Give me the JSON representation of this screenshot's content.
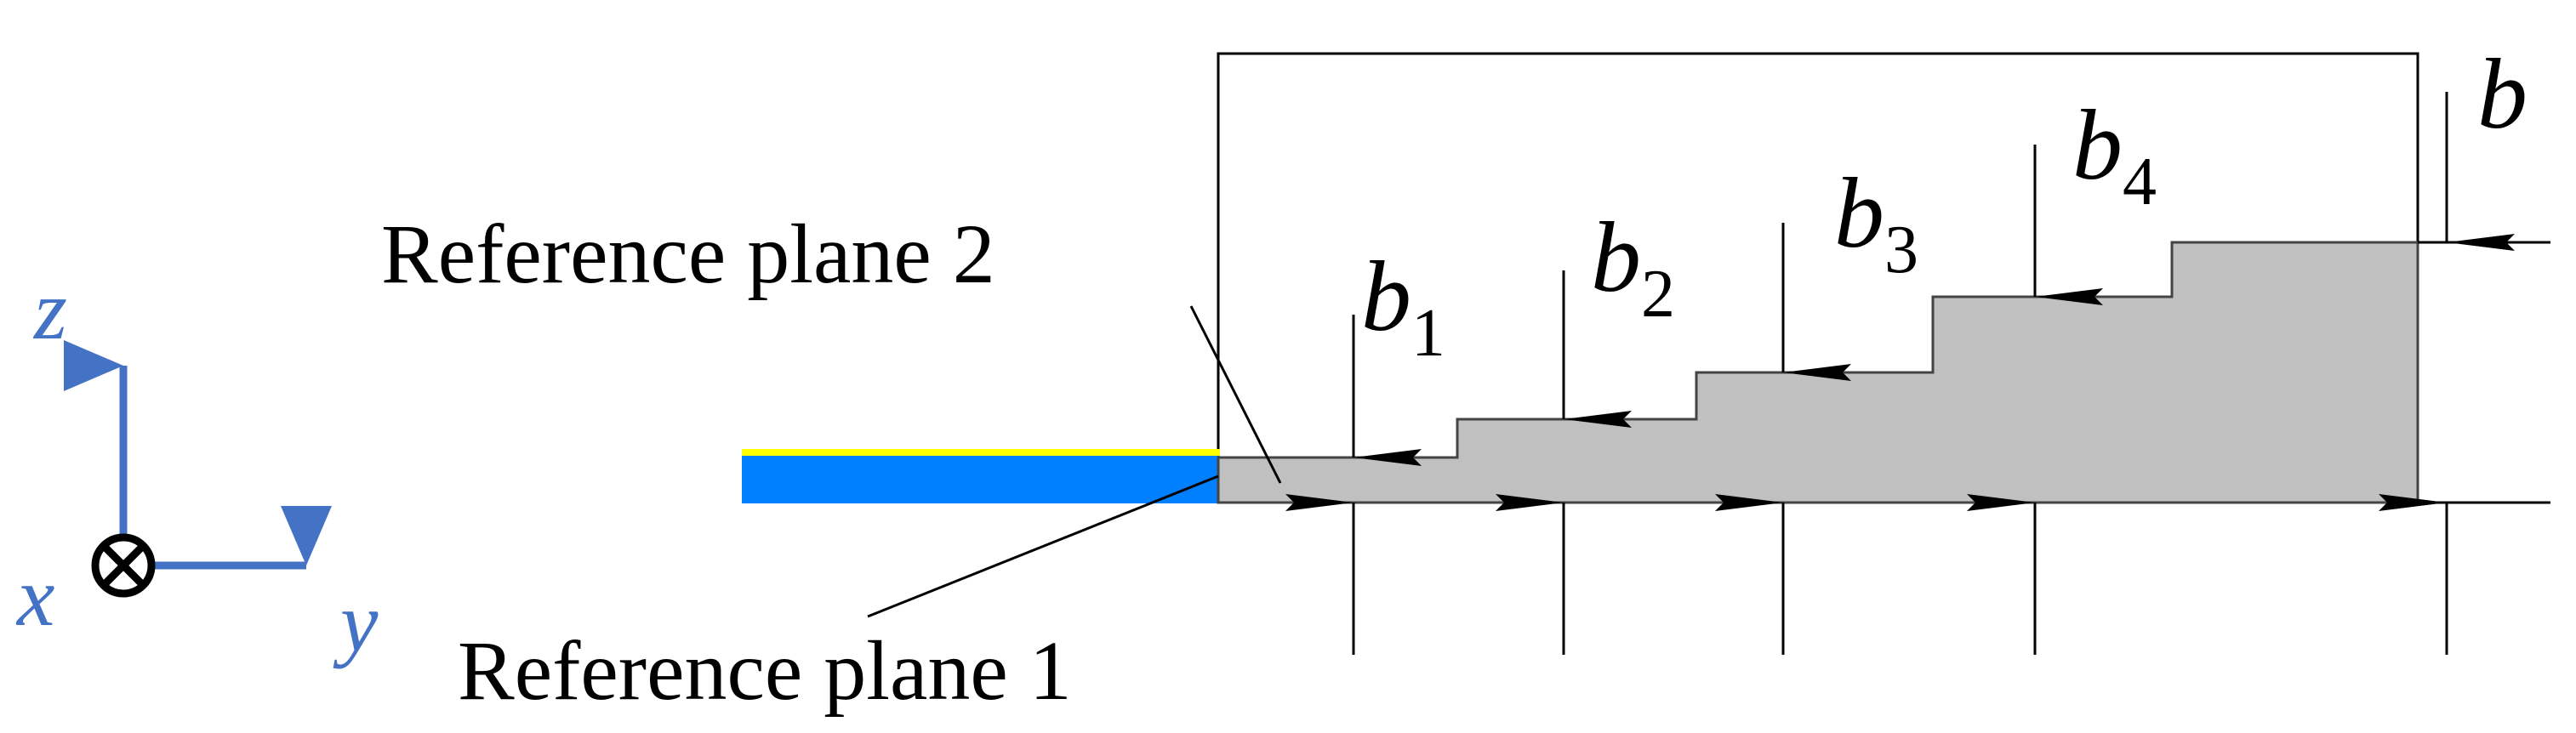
{
  "labels": {
    "ref_plane_2": "Reference plane 2",
    "ref_plane_1": "Reference plane 1"
  },
  "dimensions": {
    "b": "b",
    "b1": {
      "main": "b",
      "sub": "1"
    },
    "b2": {
      "main": "b",
      "sub": "2"
    },
    "b3": {
      "main": "b",
      "sub": "3"
    },
    "b4": {
      "main": "b",
      "sub": "4"
    }
  },
  "axes": {
    "z": "z",
    "y": "y",
    "x": "x"
  },
  "colors": {
    "axis": "#4472c4",
    "stair_fill": "#c0c0c0",
    "substrate": "#0080ff",
    "substrate_top": "#ffff00",
    "line": "#000000"
  }
}
